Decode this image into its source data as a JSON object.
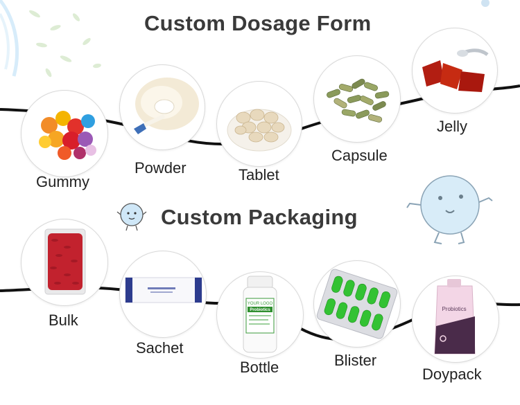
{
  "headings": {
    "dosage": "Custom Dosage Form",
    "packaging": "Custom Packaging"
  },
  "dosage_forms": [
    {
      "label": "Gummy",
      "icon": "gummy-icon"
    },
    {
      "label": "Powder",
      "icon": "powder-icon"
    },
    {
      "label": "Tablet",
      "icon": "tablet-icon"
    },
    {
      "label": "Capsule",
      "icon": "capsule-icon"
    },
    {
      "label": "Jelly",
      "icon": "jelly-icon"
    }
  ],
  "packaging": [
    {
      "label": "Bulk",
      "icon": "bulk-bag-icon"
    },
    {
      "label": "Sachet",
      "icon": "sachet-icon"
    },
    {
      "label": "Bottle",
      "icon": "bottle-icon"
    },
    {
      "label": "Blister",
      "icon": "blister-icon"
    },
    {
      "label": "Doypack",
      "icon": "doypack-icon"
    }
  ],
  "bottle": {
    "logo": "YOUR LOGO",
    "product": "Probiotics"
  },
  "doypack": {
    "product": "Probiotics"
  },
  "colors": {
    "line": "#111111",
    "title": "#3a3a3a",
    "mascot": "#cfe7f7",
    "capsule_green": "#3bbf3b"
  }
}
